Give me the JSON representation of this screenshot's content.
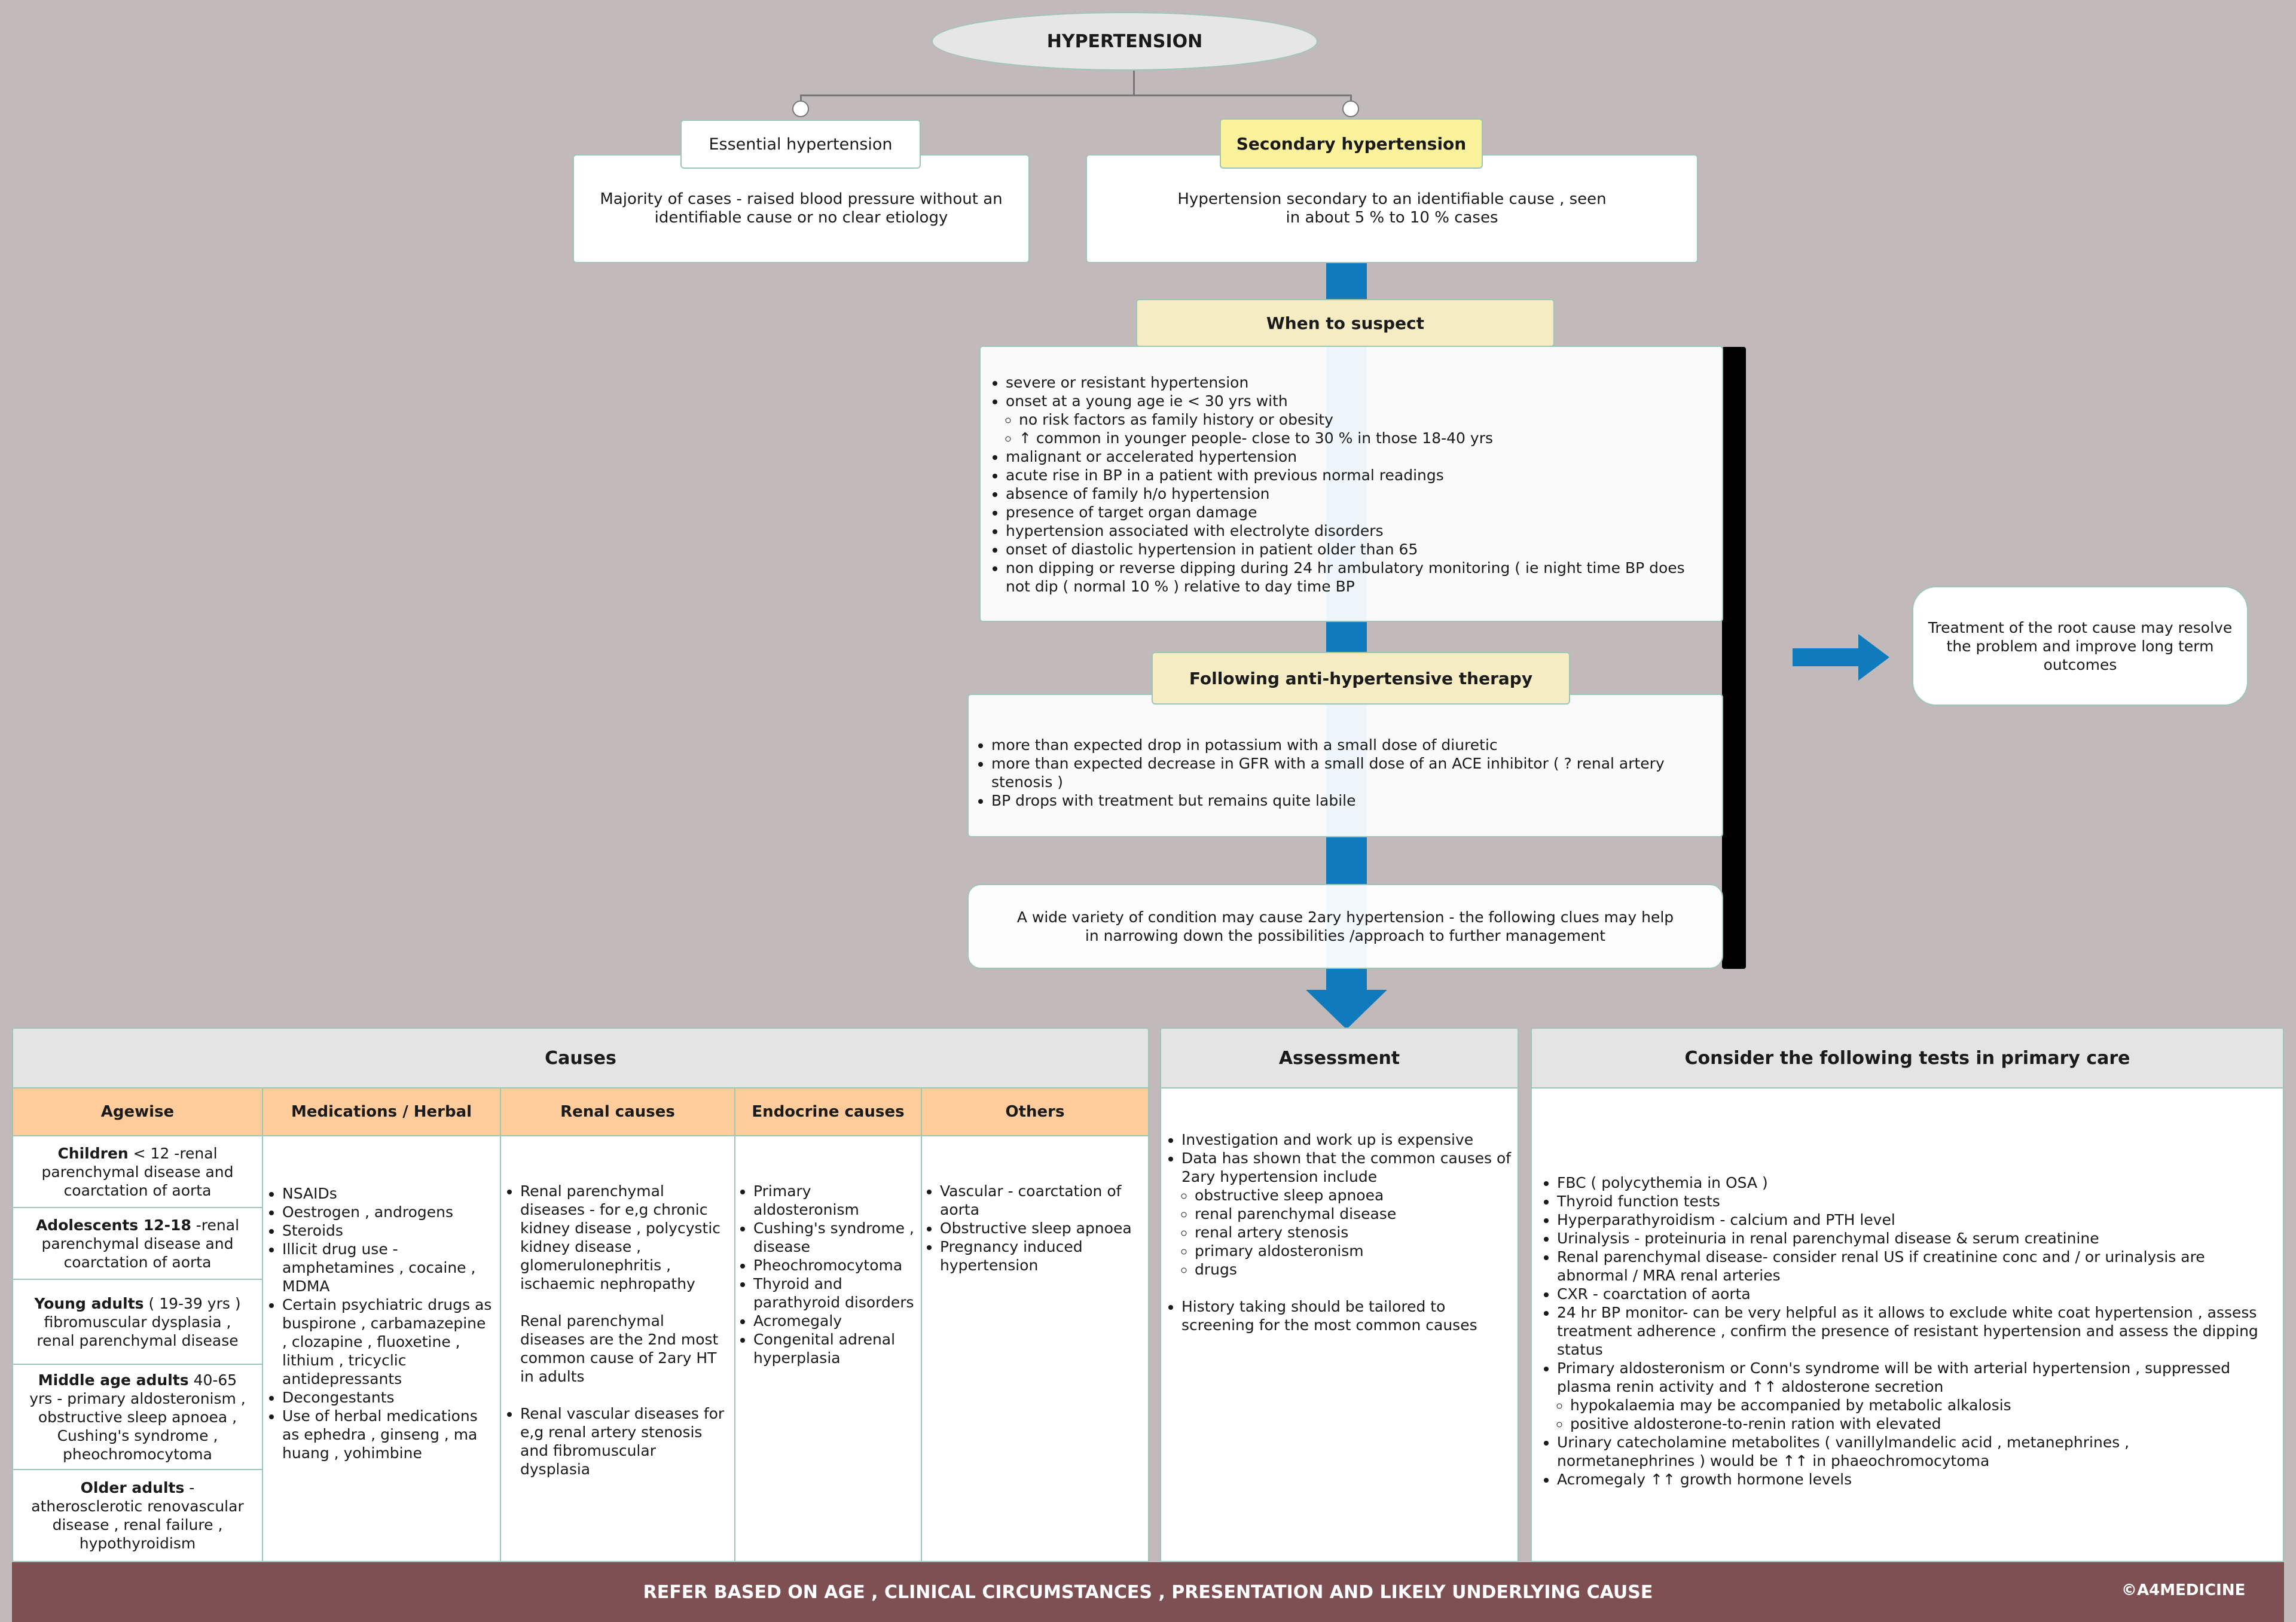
{
  "title": "HYPERTENSION",
  "essential": {
    "label": "Essential hypertension",
    "description": "Majority of cases - raised blood pressure without an identifiable cause or no clear etiology"
  },
  "secondary": {
    "label": "Secondary hypertension",
    "description": "Hypertension secondary to an identifiable cause , seen in about 5 % to 10 % cases"
  },
  "suspect": {
    "label": "When to suspect",
    "items": [
      "severe or resistant hypertension",
      "onset at a young age ie < 30 yrs with",
      "malignant or accelerated hypertension",
      "acute rise in BP in a patient with previous normal readings",
      "absence of family h/o hypertension",
      "presence of target organ damage",
      "hypertension associated with electrolyte disorders",
      "onset of diastolic hypertension in patient older than 65",
      "non dipping or reverse dipping during 24 hr ambulatory monitoring ( ie night time BP does not dip ( normal 10 % ) relative to day time BP"
    ],
    "subitems": [
      "no risk factors as family history or obesity",
      "↑ common in younger people- close to 30 % in those 18-40 yrs"
    ]
  },
  "therapy": {
    "label": "Following anti-hypertensive therapy",
    "items": [
      "more than expected drop in potassium with a small dose of diuretic",
      "more than expected decrease in GFR with a small dose of an ACE inhibitor ( ? renal artery stenosis )",
      "BP drops with treatment but remains quite labile"
    ]
  },
  "clue": "A wide variety of condition may cause 2ary hypertension - the following clues may help in narrowing down the possibilities /approach to further management",
  "root_cause": "Treatment of the root cause may resolve the problem and improve long term outcomes",
  "causes": {
    "header": "Causes",
    "columns": [
      "Agewise",
      "Medications / Herbal",
      "Renal causes",
      "Endocrine causes",
      "Others"
    ],
    "agewise": [
      {
        "bold": "Children",
        "text": " < 12 -renal parenchymal disease and coarctation of aorta"
      },
      {
        "bold": "Adolescents 12-18",
        "text": " -renal parenchymal disease and coarctation of aorta"
      },
      {
        "bold": "Young adults",
        "text": " ( 19-39 yrs ) fibromuscular dysplasia , renal parenchymal disease"
      },
      {
        "bold": "Middle age adults",
        "text": " 40-65 yrs - primary aldosteronism , obstructive sleep apnoea , Cushing's syndrome , pheochromocytoma"
      },
      {
        "bold": "Older adults",
        "text": " -atherosclerotic renovascular disease , renal failure , hypothyroidism"
      }
    ],
    "medications": [
      "NSAIDs",
      "Oestrogen , androgens",
      "Steroids",
      "Illicit drug use - amphetamines , cocaine , MDMA",
      "Certain psychiatric drugs as buspirone , carbamazepine , clozapine , fluoxetine , lithium , tricyclic antidepressants",
      "Decongestants",
      "Use of herbal medications as ephedra , ginseng , ma huang , yohimbine"
    ],
    "renal": [
      "Renal parenchymal diseases - for e,g chronic kidney disease , polycystic kidney disease , glomerulonephritis , ischaemic nephropathy",
      "Renal vascular diseases for e,g renal artery stenosis and fibromuscular dysplasia"
    ],
    "renal_note": "Renal parenchymal diseases are the 2nd most common cause of 2ary HT in adults",
    "endocrine": [
      "Primary aldosteronism",
      "Cushing's syndrome , disease",
      "Pheochromocytoma",
      "Thyroid and parathyroid disorders",
      "Acromegaly",
      "Congenital adrenal hyperplasia"
    ],
    "others": [
      "Vascular - coarctation of aorta",
      "Obstructive sleep apnoea",
      "Pregnancy induced hypertension"
    ]
  },
  "assessment": {
    "header": "Assessment",
    "items": [
      "Investigation and work up is expensive",
      "Data has shown that the common causes of 2ary hypertension include",
      "History taking should be tailored to screening for the most common causes"
    ],
    "subitems": [
      "obstructive sleep apnoea",
      "renal parenchymal disease",
      "renal artery stenosis",
      "primary aldosteronism",
      "drugs"
    ]
  },
  "tests": {
    "header": "Consider the following tests in primary care",
    "items": [
      "FBC ( polycythemia in OSA )",
      "Thyroid function tests",
      "Hyperparathyroidism - calcium and PTH level",
      "Urinalysis - proteinuria in renal parenchymal disease & serum creatinine",
      "Renal parenchymal disease- consider renal US if creatinine conc and / or urinalysis are abnormal / MRA renal arteries",
      "CXR - coarctation of aorta",
      "24 hr BP monitor- can be very helpful as it allows to exclude white coat hypertension , assess treatment adherence , confirm the presence of resistant hypertension and assess the dipping status",
      "Primary aldosteronism or Conn's syndrome will be with arterial hypertension , suppressed plasma renin activity and ↑↑ aldosterone secretion",
      "Urinary catecholamine metabolites ( vanillylmandelic acid , metanephrines , normetanephrines ) would be ↑↑ in phaeochromocytoma",
      "Acromegaly ↑↑ growth hormone levels"
    ],
    "subitems": [
      "hypokalaemia may be accompanied by metabolic alkalosis",
      "positive aldosterone-to-renin ration with elevated"
    ]
  },
  "footer": {
    "text": "REFER BASED ON AGE , CLINICAL CIRCUMSTANCES ,  PRESENTATION AND LIKELY UNDERLYING CAUSE",
    "copyright": "©A4MEDICINE"
  },
  "colors": {
    "background": "#c2b9ba",
    "border": "#9cc7b6",
    "flow_arrow": "#0f7bbd",
    "column_header": "#fecb9b",
    "highlight": "#fbf29b",
    "footer": "#7e5054"
  }
}
